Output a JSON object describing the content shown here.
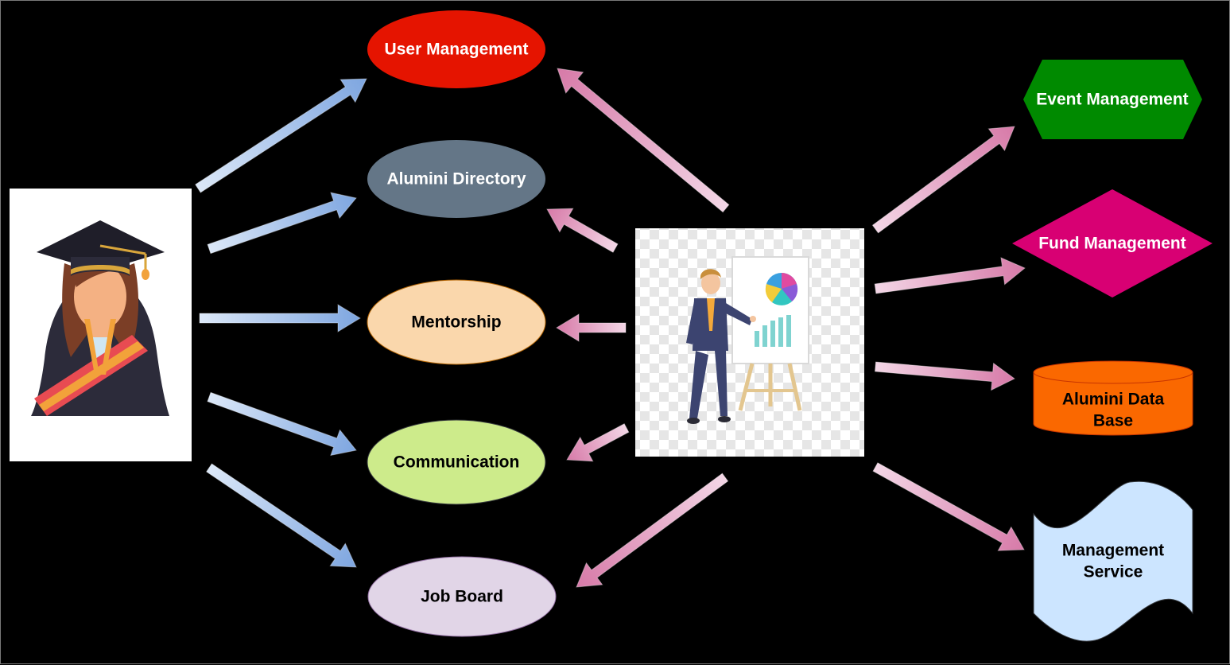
{
  "nodes": {
    "user_management": {
      "label": "User Management",
      "fill": "#e51400",
      "text_color": "#ffffff",
      "shape": "ellipse"
    },
    "alumni_directory": {
      "label": "Alumini Directory",
      "fill": "#647687",
      "text_color": "#ffffff",
      "shape": "ellipse"
    },
    "mentorship": {
      "label": "Mentorship",
      "fill": "#fad7ac",
      "text_color": "#000000",
      "shape": "ellipse"
    },
    "communication": {
      "label": "Communication",
      "fill": "#cdeb8b",
      "text_color": "#000000",
      "shape": "ellipse"
    },
    "job_board": {
      "label": "Job Board",
      "fill": "#e1d5e7",
      "text_color": "#000000",
      "shape": "ellipse"
    },
    "event_management": {
      "label": "Event Management",
      "fill": "#008a00",
      "text_color": "#ffffff",
      "shape": "hexagon"
    },
    "fund_management": {
      "label": "Fund Management",
      "fill": "#d80073",
      "text_color": "#ffffff",
      "shape": "diamond"
    },
    "alumni_database": {
      "label_line1": "Alumini Data",
      "label_line2": "Base",
      "fill": "#fa6800",
      "text_color": "#000000",
      "shape": "cylinder"
    },
    "management_service": {
      "label_line1": "Management",
      "label_line2": "Service",
      "fill": "#cce5ff",
      "text_color": "#000000",
      "shape": "tape"
    }
  },
  "actors": {
    "alumni": {
      "icon": "graduate-icon"
    },
    "admin": {
      "icon": "presenter-icon"
    }
  },
  "colors": {
    "alumni_arrow": "#7ea6e0",
    "admin_arrow": "#e6a0c4"
  }
}
